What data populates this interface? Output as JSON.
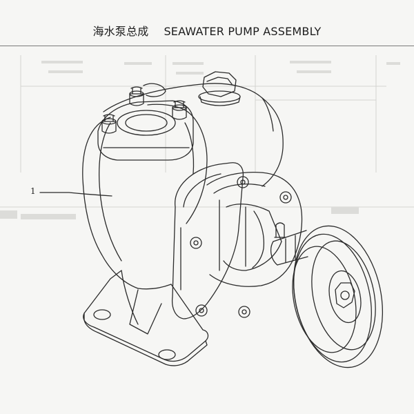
{
  "header": {
    "title_cn": "海水泵总成",
    "title_en": "SEAWATER PUMP ASSEMBLY"
  },
  "callouts": [
    {
      "label": "1"
    }
  ],
  "colors": {
    "ink": "#2b2b2b",
    "paper": "#f6f6f4",
    "faint": "#c9c9c6"
  }
}
